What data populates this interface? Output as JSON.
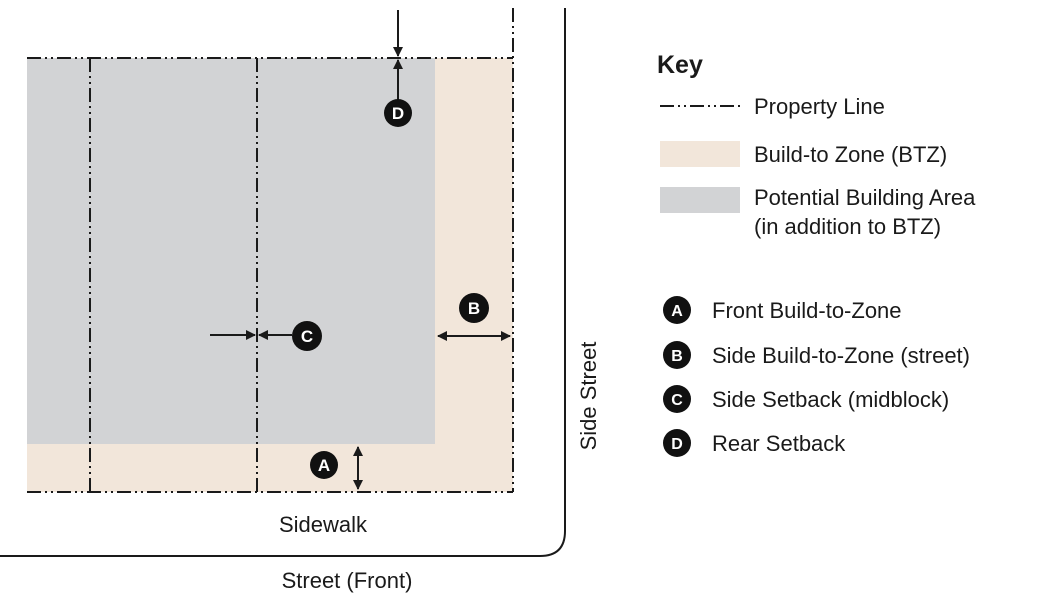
{
  "diagram": {
    "labels": {
      "sidewalk": "Sidewalk",
      "street_front": "Street (Front)",
      "side_street": "Side Street"
    },
    "markers": {
      "A": "A",
      "B": "B",
      "C": "C",
      "D": "D"
    }
  },
  "key": {
    "title": "Key",
    "property_line": "Property Line",
    "btz": "Build-to Zone (BTZ)",
    "pba_line1": "Potential Building Area",
    "pba_line2": "(in addition to BTZ)",
    "items": [
      {
        "letter": "A",
        "label": "Front Build-to-Zone"
      },
      {
        "letter": "B",
        "label": "Side Build-to-Zone (street)"
      },
      {
        "letter": "C",
        "label": "Side Setback (midblock)"
      },
      {
        "letter": "D",
        "label": "Rear Setback"
      }
    ]
  },
  "colors": {
    "btz": "#f2e6da",
    "building_area": "#d2d3d5",
    "line": "#1a1a1a",
    "badge": "#111111"
  }
}
